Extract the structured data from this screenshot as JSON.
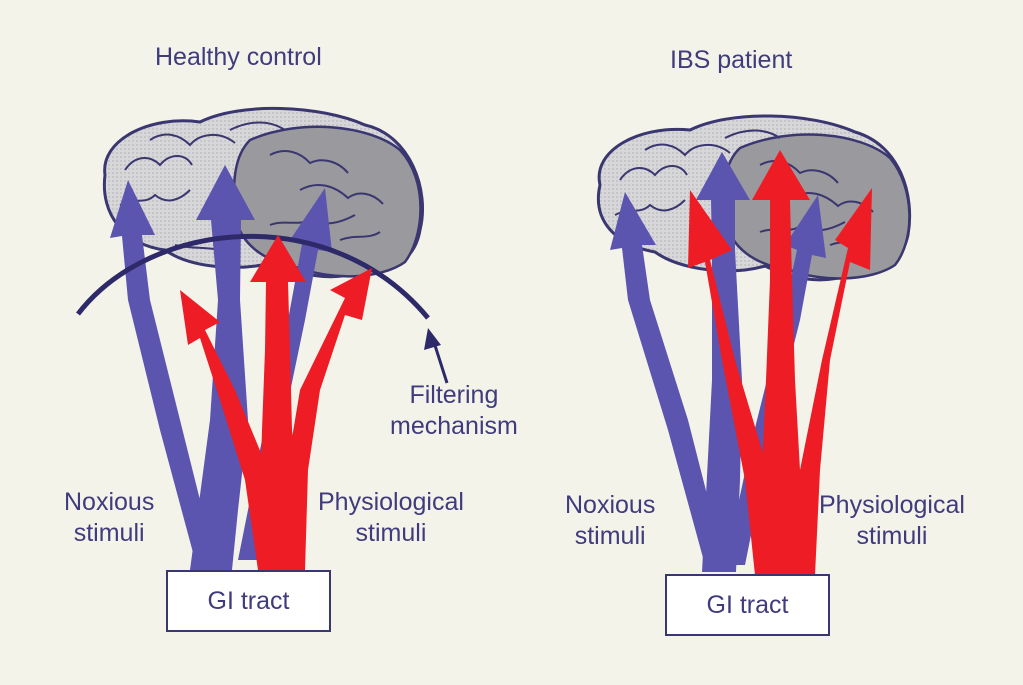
{
  "left_panel": {
    "title": "Healthy control",
    "noxious_label": [
      "Noxious",
      "stimuli"
    ],
    "physiological_label": [
      "Physiological",
      "stimuli"
    ],
    "filter_label": [
      "Filtering",
      "mechanism"
    ],
    "gi_box": "GI tract"
  },
  "right_panel": {
    "title": "IBS patient",
    "noxious_label": [
      "Noxious",
      "stimuli"
    ],
    "physiological_label": [
      "Physiological",
      "stimuli"
    ],
    "gi_box": "GI tract"
  },
  "colors": {
    "background": "#f4f3ea",
    "noxious_arrow": "#5b55b0",
    "physiological_arrow": "#ee1c24",
    "brain_front": "#cfcfd2",
    "brain_back": "#9a9a9e",
    "brain_outline": "#3a3670",
    "filter_arc": "#2e2a6a"
  },
  "icons": [
    "brain-icon",
    "filter-arc",
    "pointer-arrow-icon"
  ]
}
